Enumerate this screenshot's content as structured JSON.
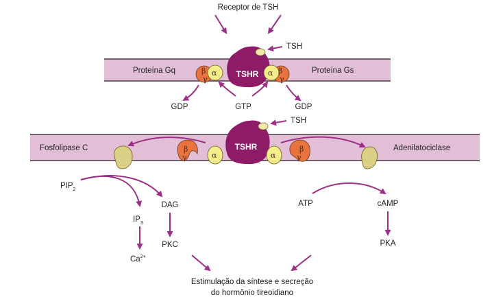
{
  "labels": {
    "receptor": "Receptor de TSH",
    "tsh_top": "TSH",
    "tsh_bottom": "TSH",
    "tshr_top": "TSHR",
    "tshr_bottom": "TSHR",
    "proteina_gq": "Proteína Gq",
    "proteina_gs": "Proteína Gs",
    "gdp_left": "GDP",
    "gtp": "GTP",
    "gdp_right": "GDP",
    "fosfolipase": "Fosfolipase C",
    "adenilatociclase": "Adenilatociclase",
    "pip": "PIP",
    "pip_sub": "2",
    "ip": "IP",
    "ip_sub": "3",
    "ca": "Ca",
    "ca_sup": "2+",
    "dag": "DAG",
    "pkc": "PKC",
    "atp": "ATP",
    "camp": "cAMP",
    "pka": "PKA",
    "stim_line1": "Estimulação da síntese e secreção",
    "stim_line2": "do hormônio tireoidiano"
  },
  "subunits": {
    "alpha": "α",
    "beta": "β",
    "gamma": "γ"
  },
  "colors": {
    "membrane": "#e2bfd6",
    "membrane_edge": "#4a3a44",
    "receptor": "#8e1b68",
    "arrow": "#9c2f86",
    "alpha": "#f3ee8a",
    "beta": "#e8733f",
    "effector": "#dccf86"
  }
}
